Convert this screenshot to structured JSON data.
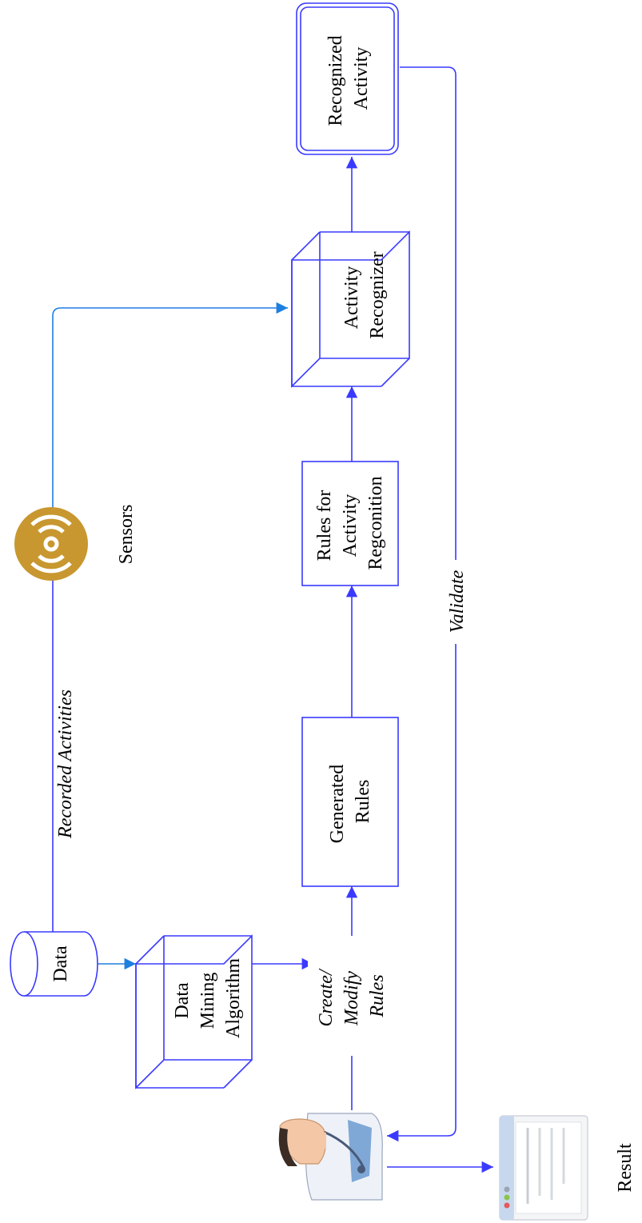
{
  "colors": {
    "line": "#3a3aff",
    "sensor_line": "#1f7fe0",
    "sensor_icon": "#c8972f",
    "text": "#000000"
  },
  "nodes": {
    "data": {
      "label": "Data"
    },
    "data_mining": {
      "line1": "Data",
      "line2": "Mining",
      "line3": "Algorithm"
    },
    "generated_rules": {
      "line1": "Generated",
      "line2": "Rules"
    },
    "rules_activity": {
      "line1": "Rules for",
      "line2": "Activity",
      "line3": "Regconition"
    },
    "activity_recognizer": {
      "line1": "Activity",
      "line2": "Recognizer"
    },
    "recognized_activity": {
      "line1": "Recognized",
      "line2": "Activity"
    },
    "sensors": {
      "label": "Sensors",
      "icon": "sensor-icon"
    },
    "expert": {
      "icon": "doctor-icon"
    },
    "result": {
      "label": "Result",
      "icon": "report-window-icon"
    }
  },
  "edges": {
    "recorded_activities": "Recorded Activities",
    "create_modify": {
      "line1": "Create/",
      "line2": "Modify",
      "line3": "Rules"
    },
    "validate": "Validate"
  }
}
